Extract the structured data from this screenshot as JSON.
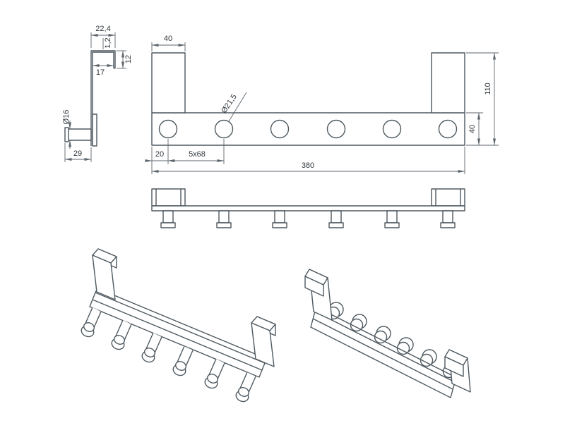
{
  "colors": {
    "line": "#4e5960",
    "dimension_line": "#5d666d",
    "dimension_text": "#2f363b",
    "background": "#ffffff"
  },
  "side_view": {
    "over_top_width": "22,4",
    "material_thickness": "1,2",
    "inner_gap": "17",
    "back_lip_height": "12",
    "peg_diameter": "Ø16",
    "peg_projection": "29"
  },
  "front_view": {
    "bracket_width": "40",
    "hole_diameter": "Ø21,5",
    "total_height": "110",
    "rail_height": "40",
    "first_hole_offset": "20",
    "hole_spacing": "5x68",
    "total_width": "380"
  }
}
